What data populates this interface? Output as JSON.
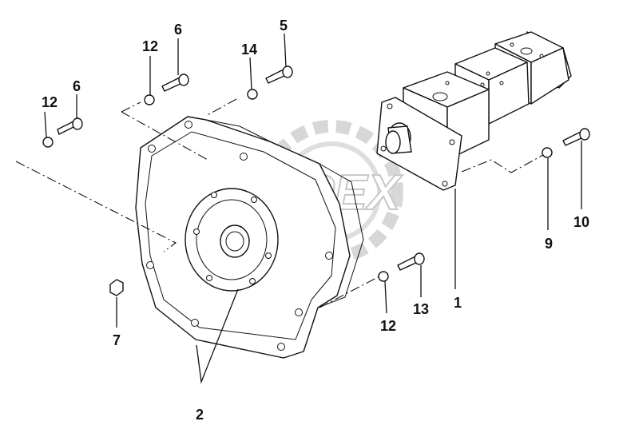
{
  "watermark": {
    "text": "OPEX"
  },
  "callouts": [
    {
      "id": "1",
      "text": "1"
    },
    {
      "id": "2",
      "text": "2"
    },
    {
      "id": "5",
      "text": "5"
    },
    {
      "id": "6a",
      "text": "6"
    },
    {
      "id": "6b",
      "text": "6"
    },
    {
      "id": "7",
      "text": "7"
    },
    {
      "id": "9",
      "text": "9"
    },
    {
      "id": "10",
      "text": "10"
    },
    {
      "id": "12a",
      "text": "12"
    },
    {
      "id": "12b",
      "text": "12"
    },
    {
      "id": "12c",
      "text": "12"
    },
    {
      "id": "13",
      "text": "13"
    },
    {
      "id": "14",
      "text": "14"
    }
  ]
}
